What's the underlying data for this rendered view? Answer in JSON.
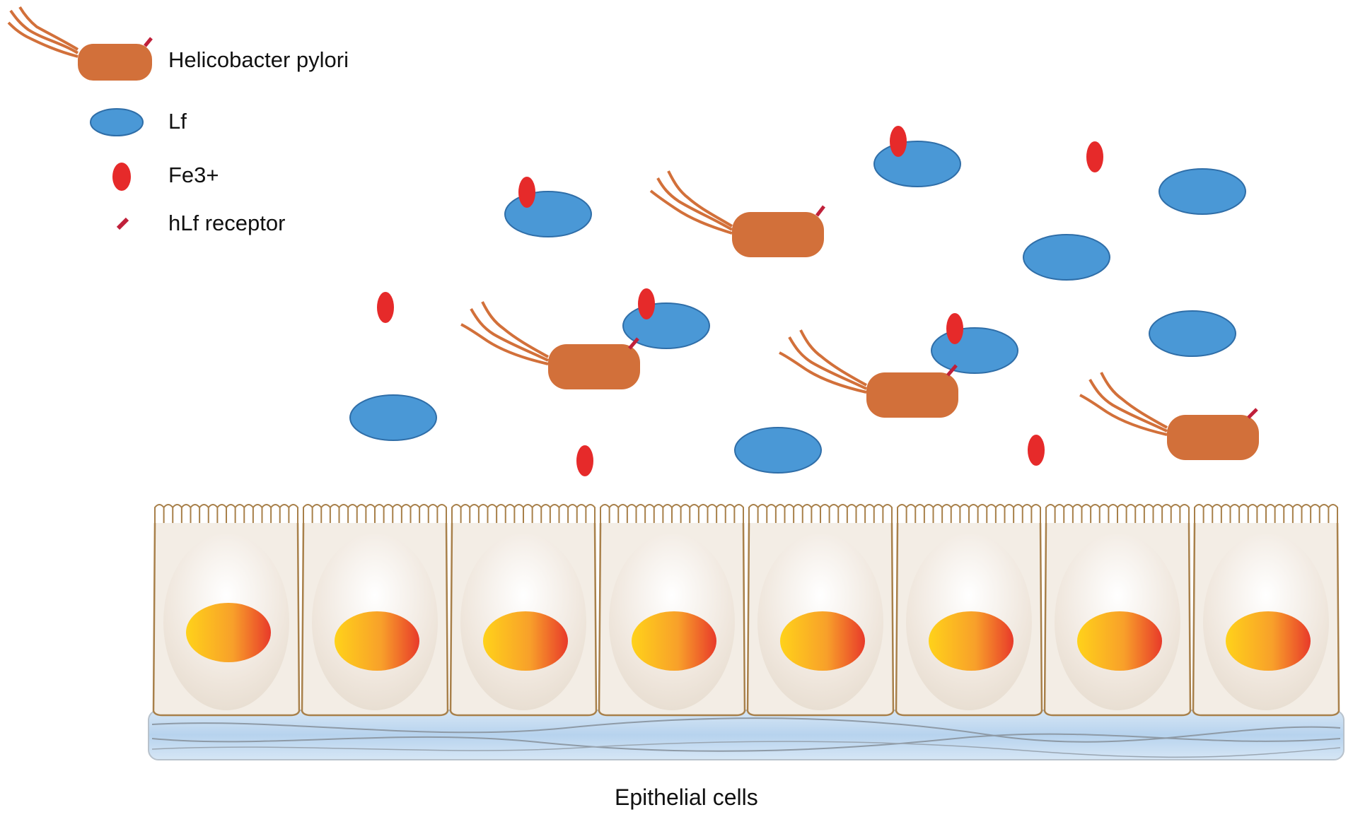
{
  "legend": {
    "bacterium_label": "Helicobacter pylori",
    "lf_label": "Lf",
    "fe_label": "Fe3+",
    "receptor_label": "hLf receptor"
  },
  "caption": "Epithelial cells",
  "colors": {
    "bacterium": "#d2703a",
    "lf": "#4a98d6",
    "lf_stroke": "#2f6ea8",
    "fe": "#e62a2a",
    "receptor": "#c0203a",
    "cell_outline": "#a8804a",
    "nucleus_start": "#ffd21a",
    "nucleus_end": "#e83a2a",
    "basement": "#bcd6ee"
  },
  "icons": [
    "helicobacter-pylori-icon",
    "lactoferrin-icon",
    "iron-ion-icon",
    "receptor-icon"
  ]
}
